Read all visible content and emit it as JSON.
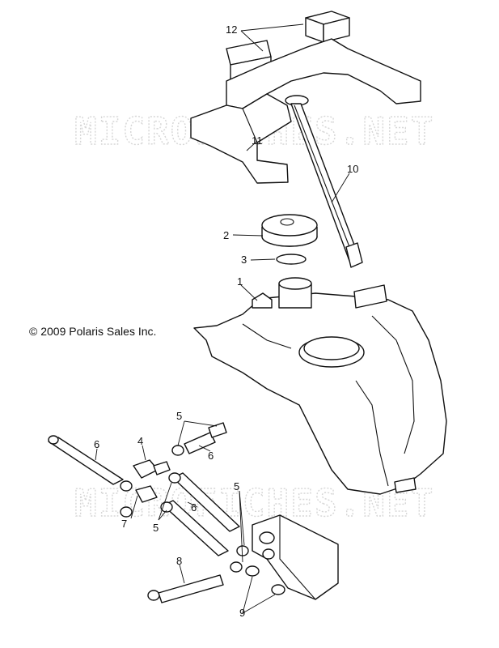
{
  "copyright": "© 2009 Polaris Sales Inc.",
  "watermarks": [
    "MICROFICHES.NET",
    "MICROFICHES.NET"
  ],
  "callouts": [
    "12",
    "11",
    "10",
    "2",
    "3",
    "1",
    "5",
    "6",
    "4",
    "6",
    "7",
    "5",
    "6",
    "5",
    "8",
    "9"
  ]
}
